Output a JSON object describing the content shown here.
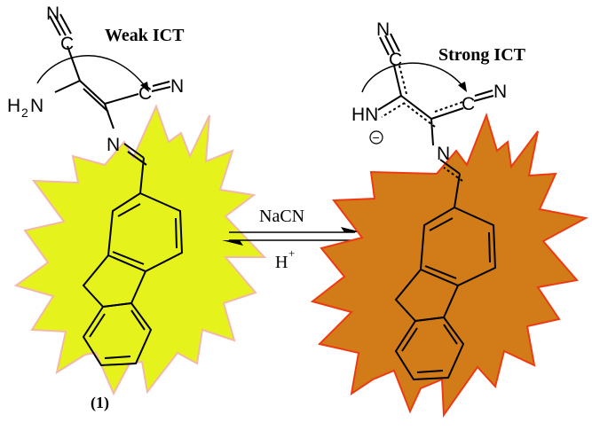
{
  "colors": {
    "burst_left_fill": "#e6f21c",
    "burst_left_stroke": "#f2b8a8",
    "burst_right_fill": "#d17c18",
    "burst_right_stroke": "#ee3a12",
    "bond": "#000000"
  },
  "left": {
    "title": "Weak ICT",
    "compound_label": "(1)",
    "atoms": {
      "n_top": "N",
      "c_top": "C",
      "amine_h2": "H",
      "amine_sub": "2",
      "amine_n": "N",
      "c_right": "C",
      "n_right": "N",
      "imine_n": "N"
    }
  },
  "right": {
    "title": "Strong ICT",
    "atoms": {
      "n_top": "N",
      "c_top": "C",
      "hn": "HN",
      "charge": "−",
      "c_right": "C",
      "n_right": "N",
      "imine_n": "N"
    }
  },
  "reaction": {
    "forward_reagent": "NaCN",
    "reverse_reagent": "H",
    "reverse_sup": "+"
  }
}
